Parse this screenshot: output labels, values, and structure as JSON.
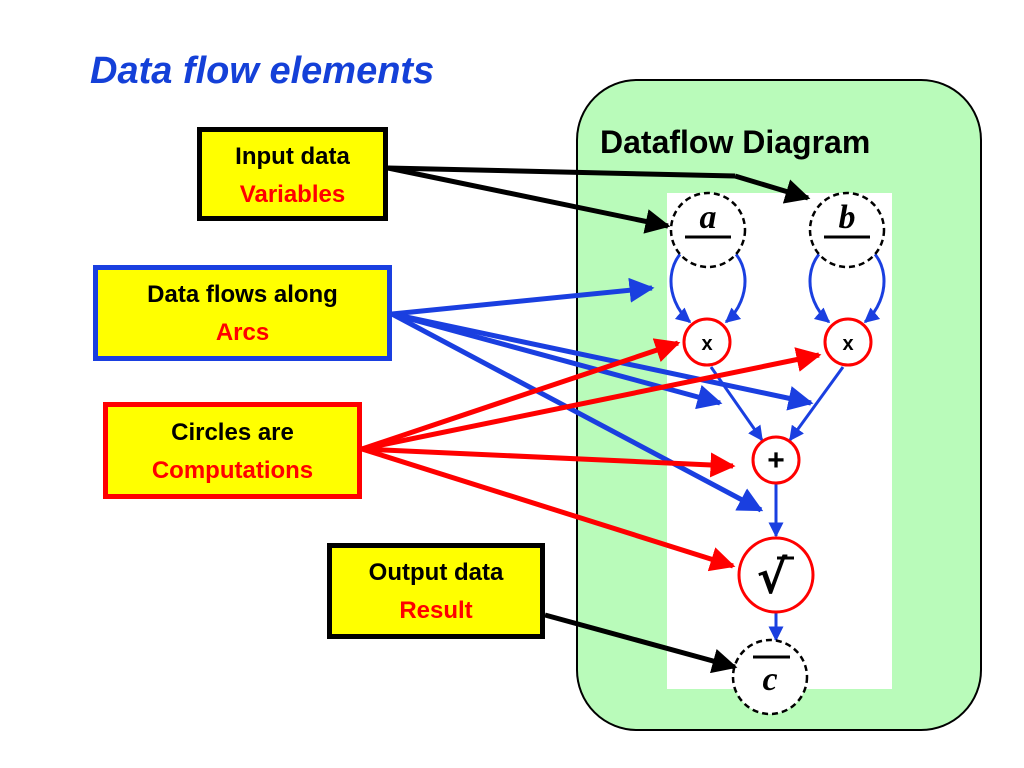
{
  "title": "Data flow elements",
  "panel": {
    "title": "Dataflow Diagram"
  },
  "callouts": {
    "input": {
      "line1": "Input data",
      "line2": "Variables"
    },
    "arcs": {
      "line1": "Data flows along",
      "line2": "Arcs"
    },
    "circles": {
      "line1": "Circles are",
      "line2": "Computations"
    },
    "output": {
      "line1": "Output data",
      "line2": "Result"
    }
  },
  "nodes": {
    "var_a": "a",
    "var_b": "b",
    "mul_left": "x",
    "mul_right": "x",
    "add": "+",
    "sqrt": "√",
    "var_c": "c"
  },
  "colors": {
    "title": "#1440d8",
    "panel": "#b9fbba",
    "arc": "#1a3fe0",
    "computation": "#ff0000",
    "callout": "#ffff00"
  }
}
